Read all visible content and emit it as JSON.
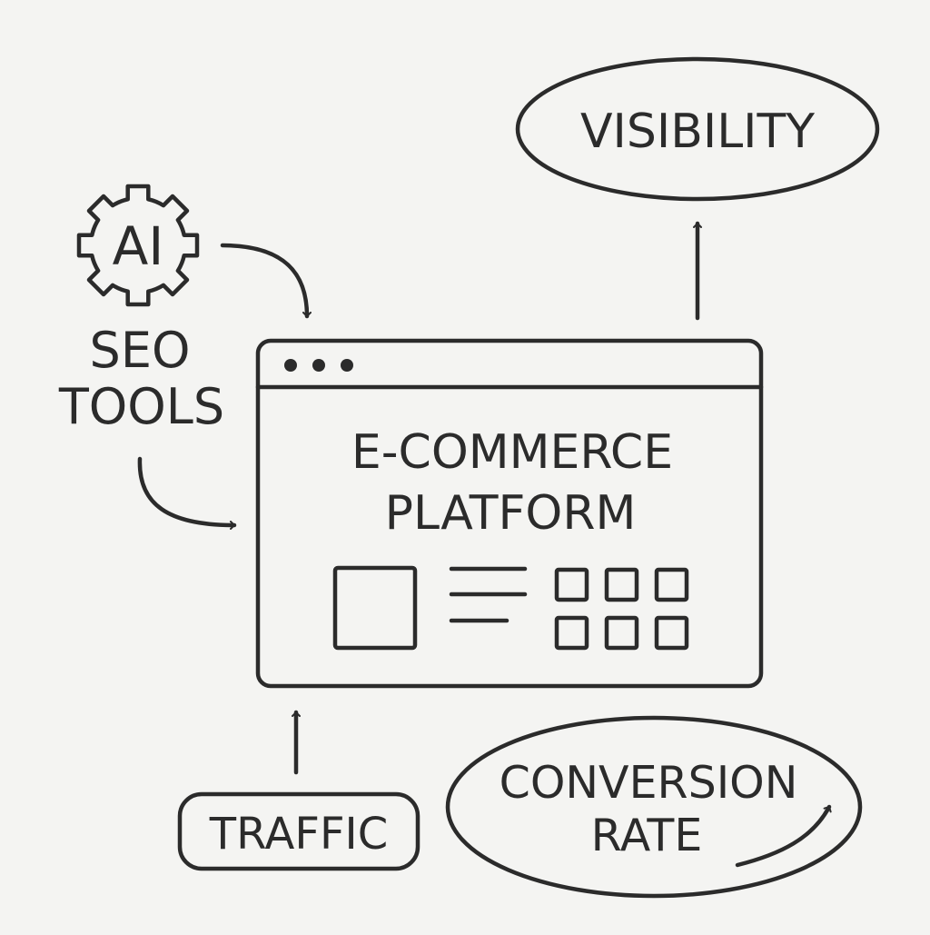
{
  "labels": {
    "ai": "AI",
    "seo_line1": "SEO",
    "seo_line2": "TOOLS",
    "visibility": "VISIBILITY",
    "platform_line1": "E-COMMERCE",
    "platform_line2": "PLATFORM",
    "traffic": "TRAFFIC",
    "conversion_line1": "CONVERSION",
    "conversion_line2": "RATE"
  },
  "icons": {
    "gear": "gear-icon",
    "browser_dots": "window-dots-icon",
    "image_placeholder": "image-placeholder-icon",
    "text_lines": "text-lines-icon",
    "product_grid": "product-grid-icon",
    "trend_arrow": "trend-up-arrow-icon"
  },
  "colors": {
    "background": "#f4f4f2",
    "ink": "#2b2b2b"
  }
}
